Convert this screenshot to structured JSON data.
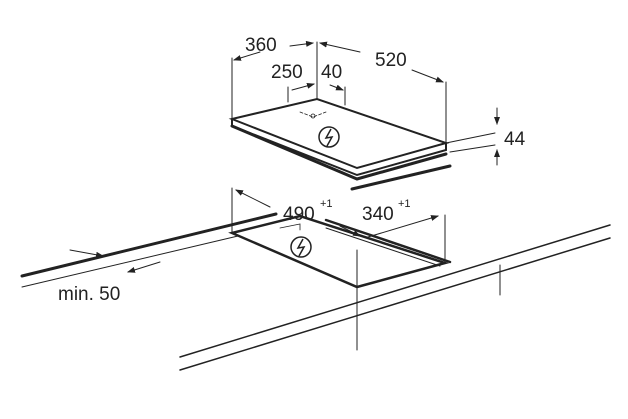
{
  "dimensions": {
    "hob_depth": "360",
    "hob_width": "520",
    "connection_offset_depth": "250",
    "connection_offset_width": "40",
    "hob_height": "44",
    "cutout_width": "490",
    "cutout_width_tolerance": "+1",
    "cutout_depth": "340",
    "cutout_depth_tolerance": "+1",
    "min_edge_distance": "min. 50"
  },
  "icons": [
    "electrical-connection-icon",
    "electrical-connection-icon"
  ]
}
